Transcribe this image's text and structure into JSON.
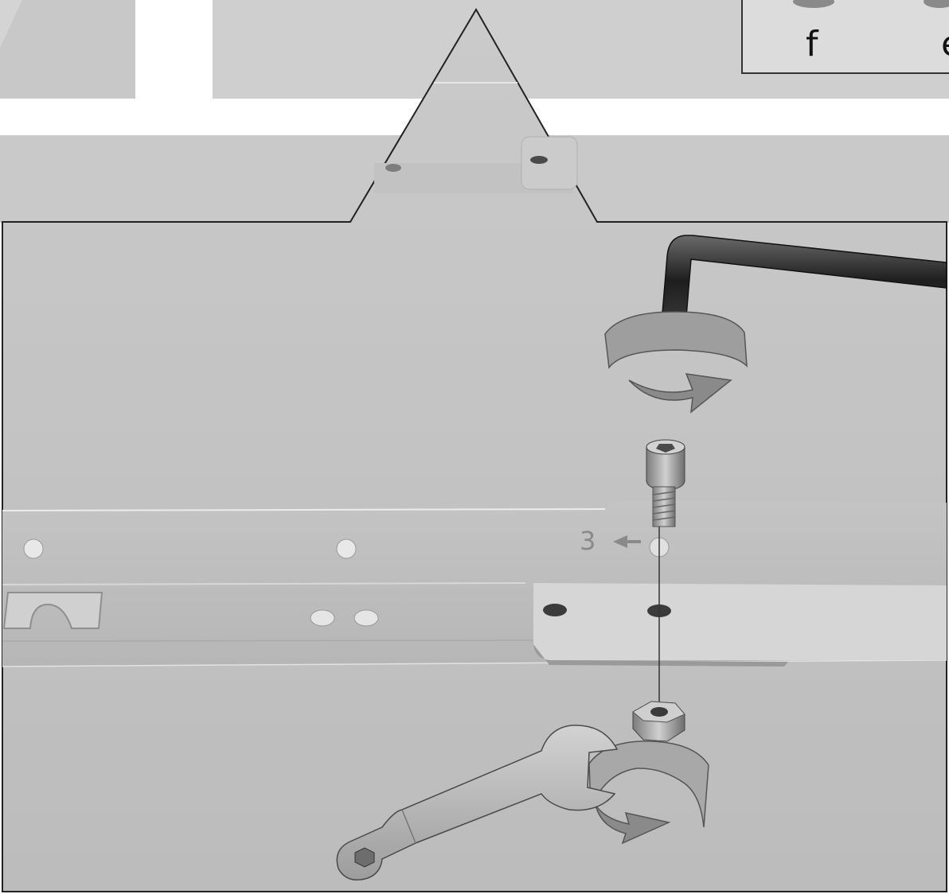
{
  "legend": {
    "part_labels": [
      "f",
      "e"
    ]
  },
  "illustration": {
    "hole_number": "3",
    "parts": [
      "hex-key",
      "socket-head-screw",
      "hex-nut",
      "open-end-wrench"
    ],
    "icons": [
      "hex-key-icon",
      "rotate-arrow-icon",
      "screw-icon",
      "nut-icon",
      "wrench-icon",
      "arrow-left-icon"
    ]
  },
  "colors": {
    "background": "#c7c7c7",
    "panel": "#bdbdbd",
    "frame": "#222222",
    "metal": "#9a9a9a",
    "dark_metal": "#2a2a2a"
  }
}
